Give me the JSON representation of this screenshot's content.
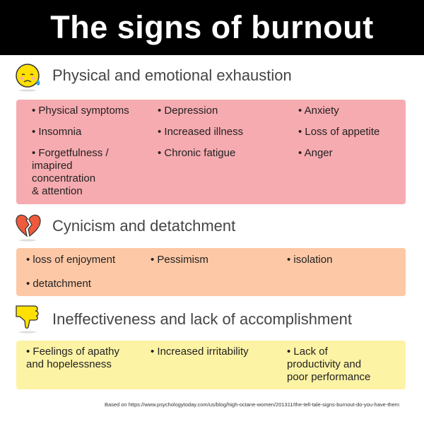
{
  "title": "The signs of burnout",
  "colors": {
    "pink": "#f6abb0",
    "peach": "#fdc8a6",
    "yellow": "#fdf3a5"
  },
  "sections": [
    {
      "heading": "Physical and emotional exhaustion",
      "icon": "sad-face-icon",
      "items": [
        "• Physical symptoms",
        "• Depression",
        "• Anxiety",
        "• Insomnia",
        "• Increased illness",
        "• Loss of appetite",
        "• Forgetfulness /\n   imapired\n   concentration\n   & attention",
        "• Chronic fatigue",
        "• Anger"
      ]
    },
    {
      "heading": "Cynicism and detatchment",
      "icon": "broken-heart-icon",
      "items": [
        "• loss of enjoyment",
        "• Pessimism",
        "• isolation",
        "• detatchment"
      ]
    },
    {
      "heading": "Ineffectiveness and lack of accomplishment",
      "icon": "thumbs-down-icon",
      "items": [
        "• Feelings of apathy\nand hopelessness",
        "• Increased irritability",
        "• Lack of\nproductivity and\npoor performance"
      ]
    }
  ],
  "footer": "Based on https://www.psychologytoday.com/us/blog/high-octane-women/201311/the-tell-tale-signs-burnout-do-you-have-them"
}
